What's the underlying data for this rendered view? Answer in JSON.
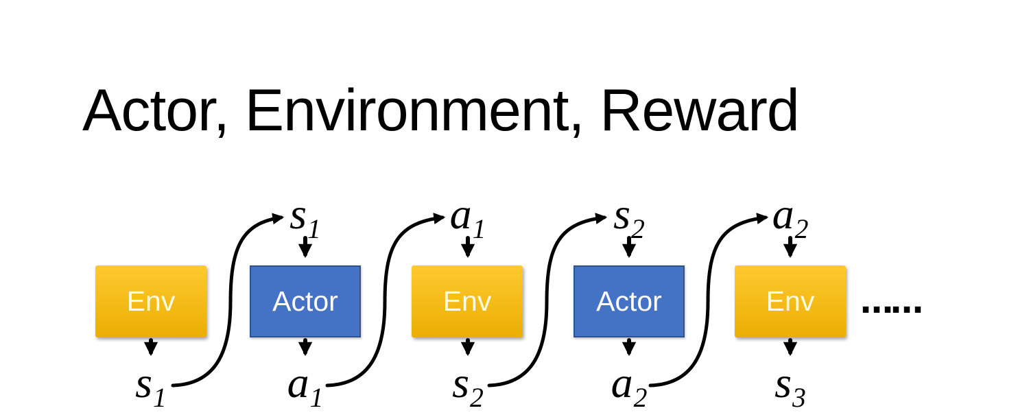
{
  "slide": {
    "title": "Actor, Environment, Reward",
    "ellipsis": "……"
  },
  "boxes": [
    {
      "label": "Env",
      "type": "env"
    },
    {
      "label": "Actor",
      "type": "actor"
    },
    {
      "label": "Env",
      "type": "env"
    },
    {
      "label": "Actor",
      "type": "actor"
    },
    {
      "label": "Env",
      "type": "env"
    }
  ],
  "top_labels": [
    {
      "base": "s",
      "sub": "1"
    },
    {
      "base": "a",
      "sub": "1"
    },
    {
      "base": "s",
      "sub": "2"
    },
    {
      "base": "a",
      "sub": "2"
    }
  ],
  "bottom_labels": [
    {
      "base": "s",
      "sub": "1"
    },
    {
      "base": "a",
      "sub": "1"
    },
    {
      "base": "s",
      "sub": "2"
    },
    {
      "base": "a",
      "sub": "2"
    },
    {
      "base": "s",
      "sub": "3"
    }
  ],
  "colors": {
    "title_text": "#000000",
    "env_gradient_top": "#FFC92F",
    "env_gradient_bottom": "#EAAE04",
    "env_text": "#FFFBE0",
    "actor_fill": "#4472C4",
    "actor_border": "#2F528F",
    "actor_text": "#FFFFFF",
    "arrow": "#000000"
  }
}
